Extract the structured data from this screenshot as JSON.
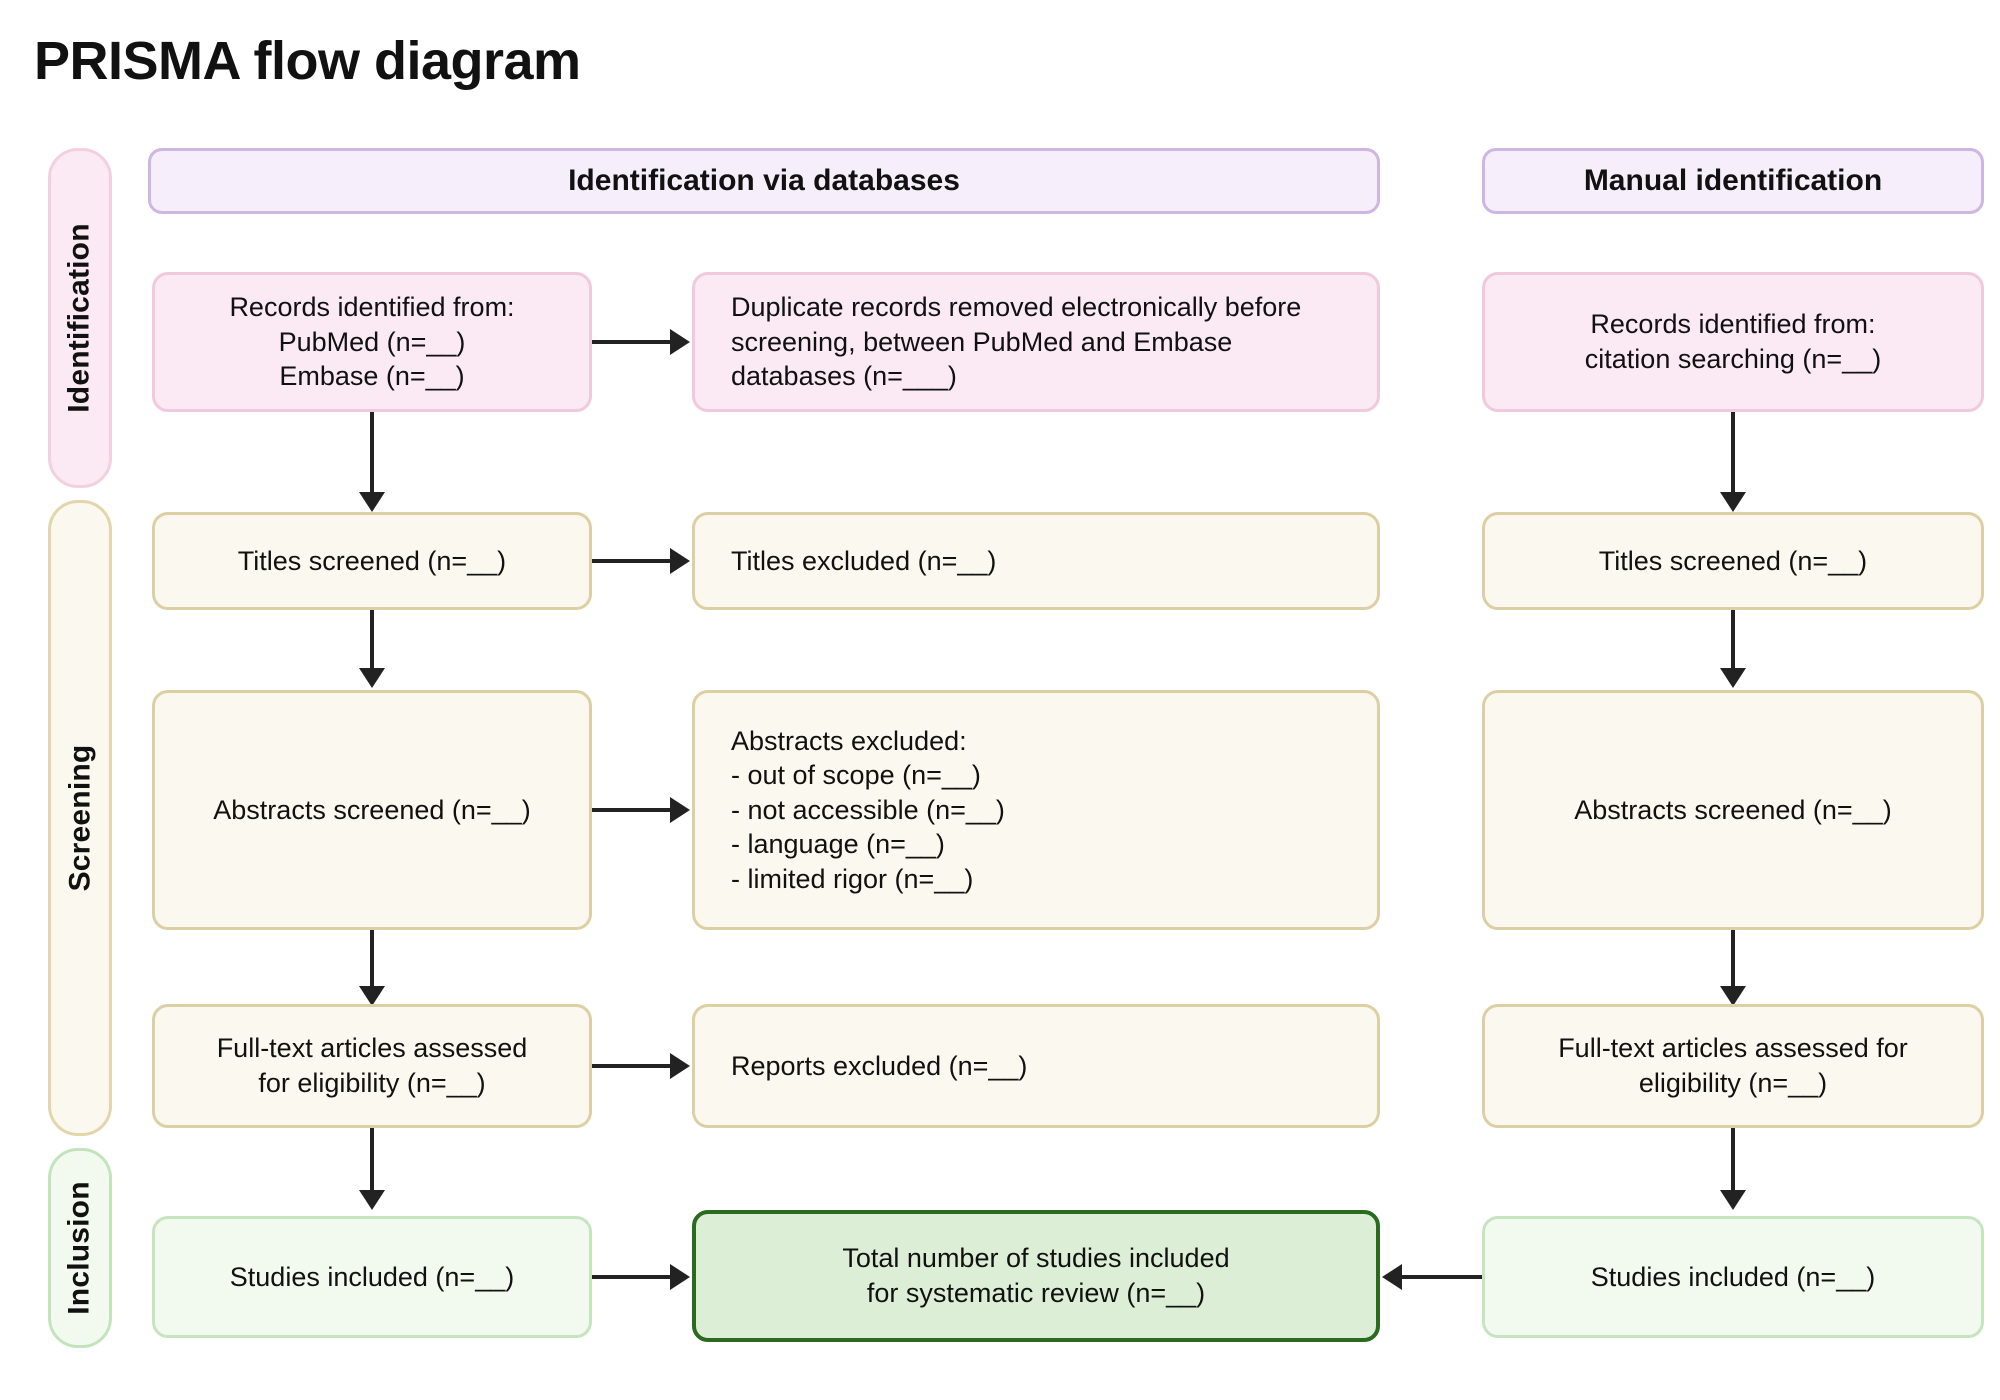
{
  "title": "PRISMA flow diagram",
  "stages": [
    {
      "label": "Identification"
    },
    {
      "label": "Screening"
    },
    {
      "label": "Inclusion"
    }
  ],
  "banners": {
    "databases": "Identification via databases",
    "manual": "Manual identification"
  },
  "database_column": {
    "records_identified": "Records identified from:\nPubMed (n=__)\nEmbase (n=__)",
    "duplicates_removed": "Duplicate records removed electronically before screening, between PubMed and Embase databases (n=___)",
    "titles_screened": "Titles screened (n=__)",
    "titles_excluded": "Titles excluded  (n=__)",
    "abstracts_screened": "Abstracts screened (n=__)",
    "abstracts_excluded": "Abstracts excluded:\n- out of scope (n=__)\n- not accessible (n=__)\n- language (n=__)\n- limited rigor (n=__)",
    "fulltext_assessed": "Full-text articles assessed\nfor eligibility (n=__)",
    "reports_excluded": "Reports excluded (n=__)",
    "studies_included": "Studies included (n=__)"
  },
  "manual_column": {
    "records_identified": "Records identified from:\ncitation searching  (n=__)",
    "titles_screened": "Titles screened (n=__)",
    "abstracts_screened": "Abstracts screened (n=__)",
    "fulltext_assessed": "Full-text articles  assessed for\neligibility (n=__)",
    "studies_included": "Studies included (n=__)"
  },
  "total": {
    "label": "Total number of studies included\nfor systematic review (n=__)"
  },
  "colors": {
    "identification_fill": "#fbe9f3",
    "identification_stroke": "#f0c9dd",
    "screening_fill": "#fbf9ef",
    "screening_stroke": "#ddcfa4",
    "inclusion_fill": "#f2faf0",
    "inclusion_stroke": "#c6e4bf",
    "banner_fill": "#f6eefb",
    "banner_stroke": "#cdb6e2",
    "total_fill": "#dcefd6",
    "total_stroke": "#2b6a1f",
    "connector": "#222222",
    "text": "#111111"
  }
}
